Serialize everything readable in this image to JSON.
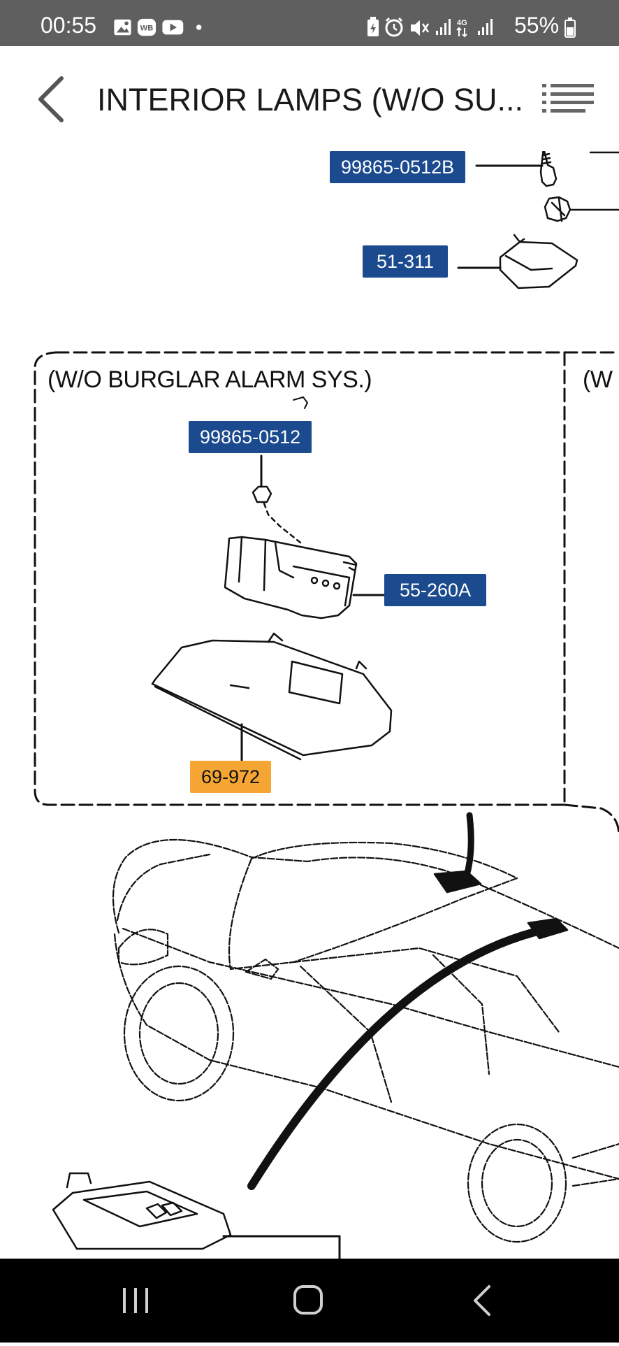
{
  "status_bar": {
    "time": "00:55",
    "left_icons": [
      "gallery-icon",
      "weibo-icon",
      "youtube-icon",
      "dot-icon"
    ],
    "right_icons": [
      "battery-saver-icon",
      "alarm-icon",
      "mute-icon",
      "signal-icon",
      "4g-icon",
      "signal-icon"
    ],
    "battery": "55%"
  },
  "app_bar": {
    "title": "INTERIOR LAMPS (W/O SU...",
    "back_icon": "chevron-left-icon",
    "menu_icon": "list-menu-icon"
  },
  "diagram": {
    "box_caption": "(W/O BURGLAR ALARM SYS.)",
    "box_caption_right": "(W",
    "callouts": [
      {
        "label": "99865-0512B",
        "style": "blue"
      },
      {
        "label": "51-311",
        "style": "blue"
      },
      {
        "label": "99865-0512",
        "style": "blue"
      },
      {
        "label": "55-260A",
        "style": "blue"
      },
      {
        "label": "69-972",
        "style": "orange"
      }
    ],
    "colors": {
      "callout_blue": "#1b4a8e",
      "callout_orange": "#f5a533"
    }
  },
  "nav_bar": {
    "recents_icon": "recents-icon",
    "home_icon": "home-icon",
    "back_icon": "back-icon"
  }
}
